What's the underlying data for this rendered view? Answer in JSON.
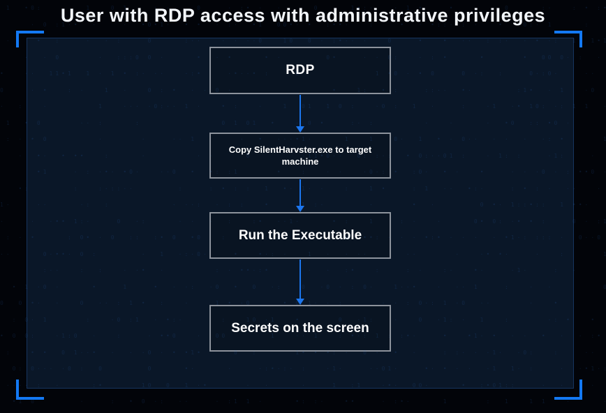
{
  "title": "User with RDP access with administrative privileges",
  "flowchart": {
    "direction": "top-to-bottom",
    "nodes": [
      {
        "id": "step-1",
        "label": "RDP"
      },
      {
        "id": "step-2",
        "label": "Copy  SilentHarvster.exe to target machine"
      },
      {
        "id": "step-3",
        "label": "Run the Executable"
      },
      {
        "id": "step-4",
        "label": "Secrets on the screen"
      }
    ],
    "edges": [
      {
        "from": "step-1",
        "to": "step-2"
      },
      {
        "from": "step-2",
        "to": "step-3"
      },
      {
        "from": "step-3",
        "to": "step-4"
      }
    ]
  },
  "colors": {
    "accent": "#1379f4",
    "arrow": "#1c76ee",
    "panel_bg": "#0a1728",
    "panel_border": "#16355f",
    "node_bg": "#091422",
    "node_border": "#8d939c",
    "background": "#020409",
    "text": "#f2f5f9"
  }
}
